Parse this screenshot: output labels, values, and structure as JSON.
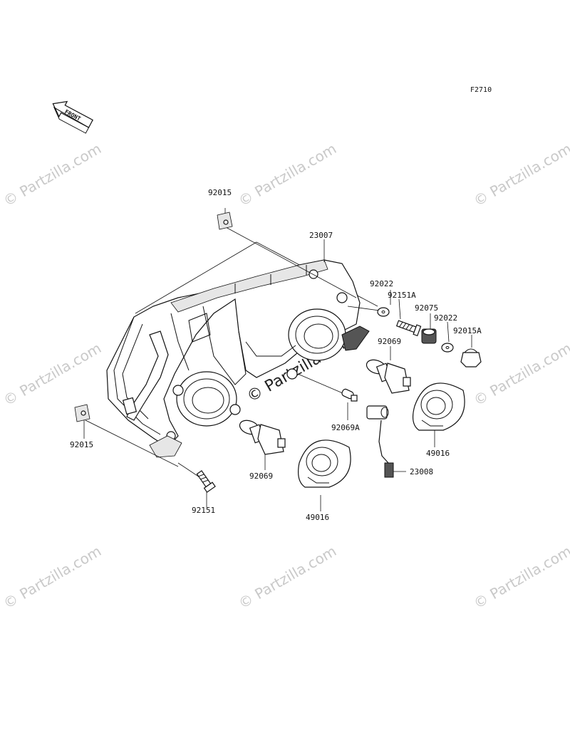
{
  "figure_code": "F2710",
  "front_arrow": {
    "label": "FRONT",
    "icon": "front-arrow-icon"
  },
  "watermark": "© Partzilla.com",
  "parts": [
    {
      "id": "p1",
      "number": "92015"
    },
    {
      "id": "p2",
      "number": "23007"
    },
    {
      "id": "p3",
      "number": "92022"
    },
    {
      "id": "p4",
      "number": "92151A"
    },
    {
      "id": "p5",
      "number": "92075"
    },
    {
      "id": "p6",
      "number": "92022"
    },
    {
      "id": "p7",
      "number": "92015A"
    },
    {
      "id": "p8",
      "number": "92069"
    },
    {
      "id": "p9",
      "number": "92015"
    },
    {
      "id": "p10",
      "number": "92069A"
    },
    {
      "id": "p11",
      "number": "49016"
    },
    {
      "id": "p12",
      "number": "92069"
    },
    {
      "id": "p13",
      "number": "23008"
    },
    {
      "id": "p14",
      "number": "92151"
    },
    {
      "id": "p15",
      "number": "49016"
    }
  ]
}
